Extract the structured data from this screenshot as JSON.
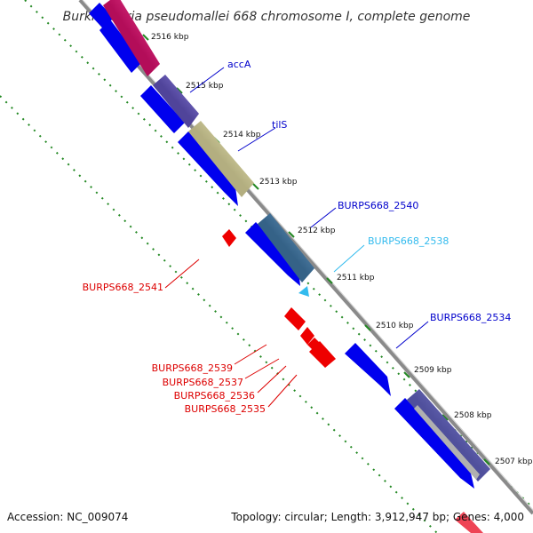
{
  "title": "Burkholderia pseudomallei 668 chromosome I, complete genome",
  "footer": {
    "accession": "Accession: NC_009074",
    "topology": "Topology: circular; Length: 3,912,947 bp; Genes: 4,000"
  },
  "ruler": {
    "ticks": [
      "2516 kbp",
      "2515 kbp",
      "2514 kbp",
      "2513 kbp",
      "2512 kbp",
      "2511 kbp",
      "2510 kbp",
      "2509 kbp",
      "2508 kbp",
      "2507 kbp"
    ]
  },
  "gene_labels": {
    "accA": "accA",
    "tilS": "tilS",
    "burps2540": "BURPS668_2540",
    "burps2538": "BURPS668_2538",
    "burps2534": "BURPS668_2534",
    "burps2541": "BURPS668_2541",
    "burps2539": "BURPS668_2539",
    "burps2537": "BURPS668_2537",
    "burps2536": "BURPS668_2536",
    "burps2535": "BURPS668_2535"
  },
  "colors": {
    "backbone": "#808080",
    "forward_gene": "#0000ee",
    "reverse_gene": "#ee0000",
    "ruler_dots": "#228822",
    "accA": "#6a5acd",
    "tilS": "#eee8aa",
    "burps2540": "#4682b4",
    "burps2538": "#33bbee",
    "burps2534": "#1a1aa6",
    "magenta": "#ee1177"
  }
}
